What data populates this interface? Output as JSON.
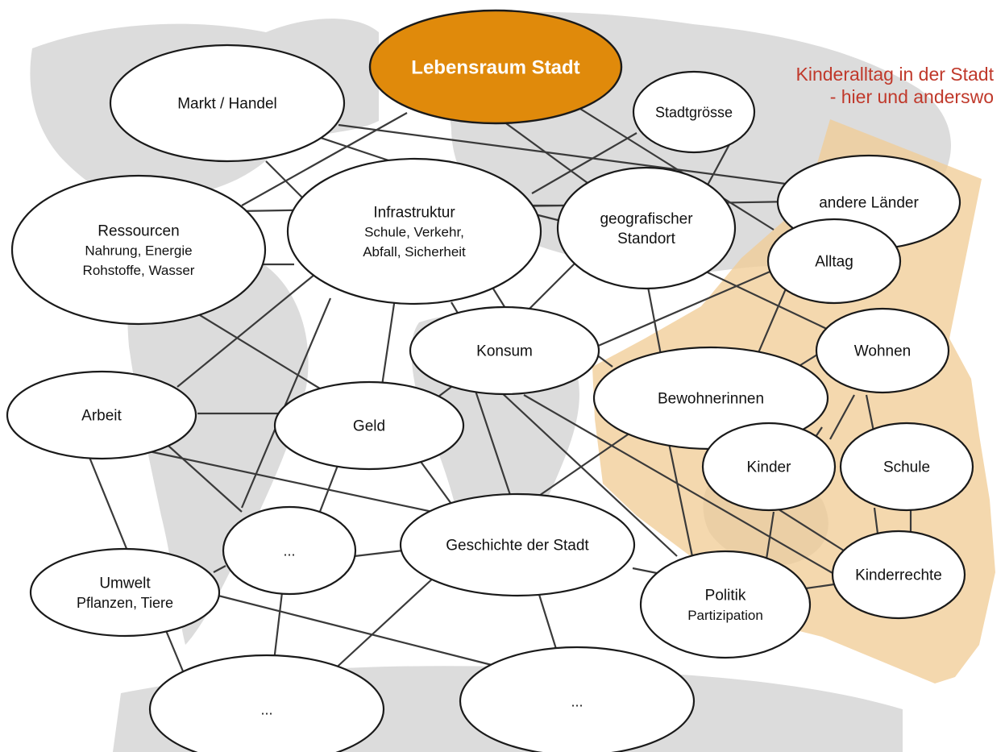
{
  "diagram": {
    "theme_lines": [
      "Kinderalltag in der Stadt",
      "- hier und anderswo"
    ],
    "nodes": {
      "lebensraum": [
        "Lebensraum Stadt"
      ],
      "markt": [
        "Markt / Handel"
      ],
      "stadtgroesse": [
        "Stadtgrösse"
      ],
      "ressourcen": [
        "Ressourcen",
        "Nahrung, Energie",
        "Rohstoffe, Wasser"
      ],
      "infrastruktur": [
        "Infrastruktur",
        "Schule, Verkehr,",
        "Abfall, Sicherheit"
      ],
      "standort": [
        "geografischer",
        "Standort"
      ],
      "andere_laender": [
        "andere Länder"
      ],
      "alltag": [
        "Alltag"
      ],
      "konsum": [
        "Konsum"
      ],
      "wohnen": [
        "Wohnen"
      ],
      "bewohnerinnen": [
        "Bewohnerinnen"
      ],
      "arbeit": [
        "Arbeit"
      ],
      "geld": [
        "Geld"
      ],
      "kinder": [
        "Kinder"
      ],
      "schule": [
        "Schule"
      ],
      "dots1": [
        "..."
      ],
      "geschichte": [
        "Geschichte der Stadt"
      ],
      "kinderrechte": [
        "Kinderrechte"
      ],
      "umwelt": [
        "Umwelt",
        "Pflanzen, Tiere"
      ],
      "politik": [
        "Politik",
        "Partizipation"
      ],
      "dots2": [
        "..."
      ],
      "dots3": [
        "..."
      ]
    },
    "colors": {
      "central_fill": "#e08a0b",
      "theme_text": "#c0392b",
      "highlight_zone": "#f1cd97",
      "map_background": "#dcdcdc"
    }
  }
}
